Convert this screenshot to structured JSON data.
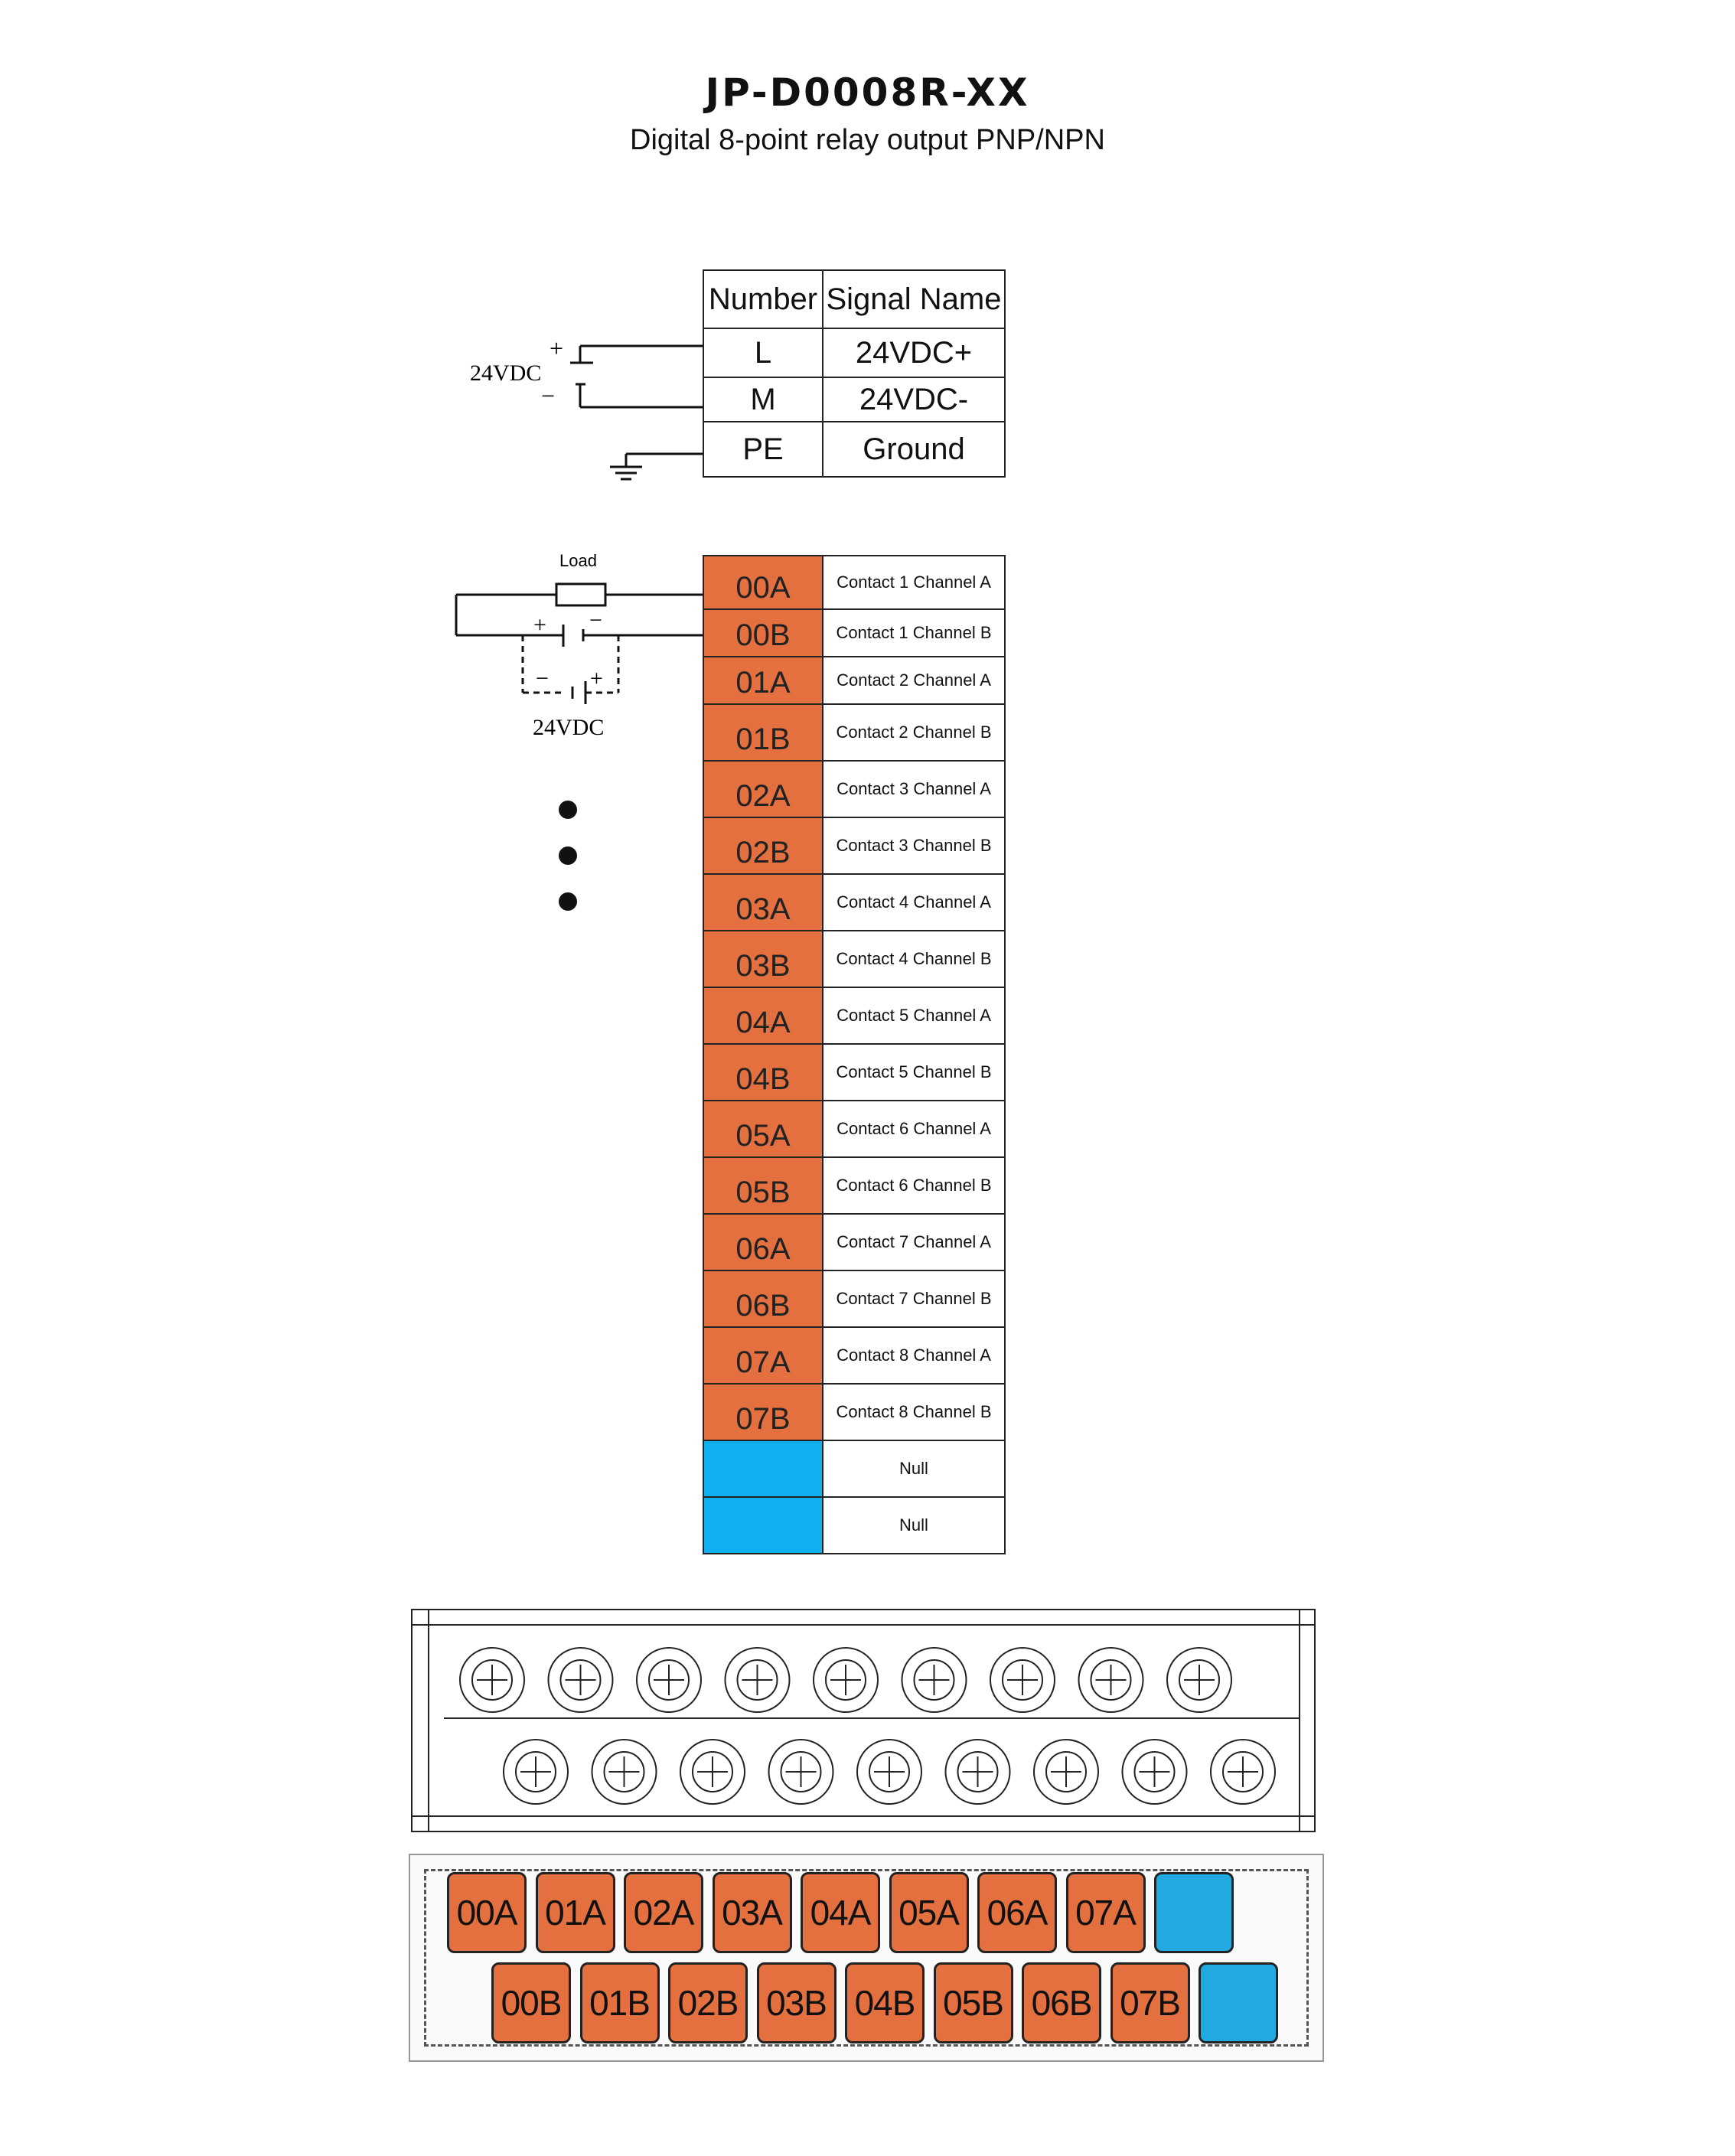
{
  "header": {
    "title": "JP-D0008R-XX",
    "subtitle": "Digital 8-point relay output PNP/NPN"
  },
  "power_table": {
    "headers": [
      "Number",
      "Signal Name"
    ],
    "rows": [
      {
        "number": "L",
        "signal": "24VDC+"
      },
      {
        "number": "M",
        "signal": "24VDC-"
      },
      {
        "number": "PE",
        "signal": "Ground"
      }
    ]
  },
  "power_schematic": {
    "supply_label": "24VDC",
    "plus": "+",
    "minus": "−"
  },
  "load_schematic": {
    "load_label": "Load",
    "supply_label": "24VDC",
    "plus": "+",
    "minus": "−"
  },
  "io_table": {
    "rows": [
      {
        "number": "00A",
        "signal": "Contact 1  Channel A",
        "type": "contact"
      },
      {
        "number": "00B",
        "signal": "Contact 1  Channel B",
        "type": "contact"
      },
      {
        "number": "01A",
        "signal": "Contact 2  Channel A",
        "type": "contact"
      },
      {
        "number": "01B",
        "signal": "Contact 2  Channel B",
        "type": "contact"
      },
      {
        "number": "02A",
        "signal": "Contact 3  Channel A",
        "type": "contact"
      },
      {
        "number": "02B",
        "signal": "Contact 3  Channel B",
        "type": "contact"
      },
      {
        "number": "03A",
        "signal": "Contact 4  Channel A",
        "type": "contact"
      },
      {
        "number": "03B",
        "signal": "Contact 4  Channel B",
        "type": "contact"
      },
      {
        "number": "04A",
        "signal": "Contact 5  Channel A",
        "type": "contact"
      },
      {
        "number": "04B",
        "signal": "Contact 5  Channel B",
        "type": "contact"
      },
      {
        "number": "05A",
        "signal": "Contact 6  Channel A",
        "type": "contact"
      },
      {
        "number": "05B",
        "signal": "Contact 6  Channel B",
        "type": "contact"
      },
      {
        "number": "06A",
        "signal": "Contact 7  Channel A",
        "type": "contact"
      },
      {
        "number": "06B",
        "signal": "Contact 7  Channel B",
        "type": "contact"
      },
      {
        "number": "07A",
        "signal": "Contact 8  Channel A",
        "type": "contact"
      },
      {
        "number": "07B",
        "signal": "Contact 8  Channel B",
        "type": "contact"
      },
      {
        "number": "",
        "signal": "Null",
        "type": "null"
      },
      {
        "number": "",
        "signal": "Null",
        "type": "null"
      }
    ]
  },
  "terminal_labels": {
    "top_row": [
      "00A",
      "01A",
      "02A",
      "03A",
      "04A",
      "05A",
      "06A",
      "07A",
      ""
    ],
    "bottom_row": [
      "00B",
      "01B",
      "02B",
      "03B",
      "04B",
      "05B",
      "06B",
      "07B",
      ""
    ]
  },
  "colors": {
    "contact": "#e4703f",
    "null": "#10aff0",
    "label_blue": "#22a9e0"
  }
}
